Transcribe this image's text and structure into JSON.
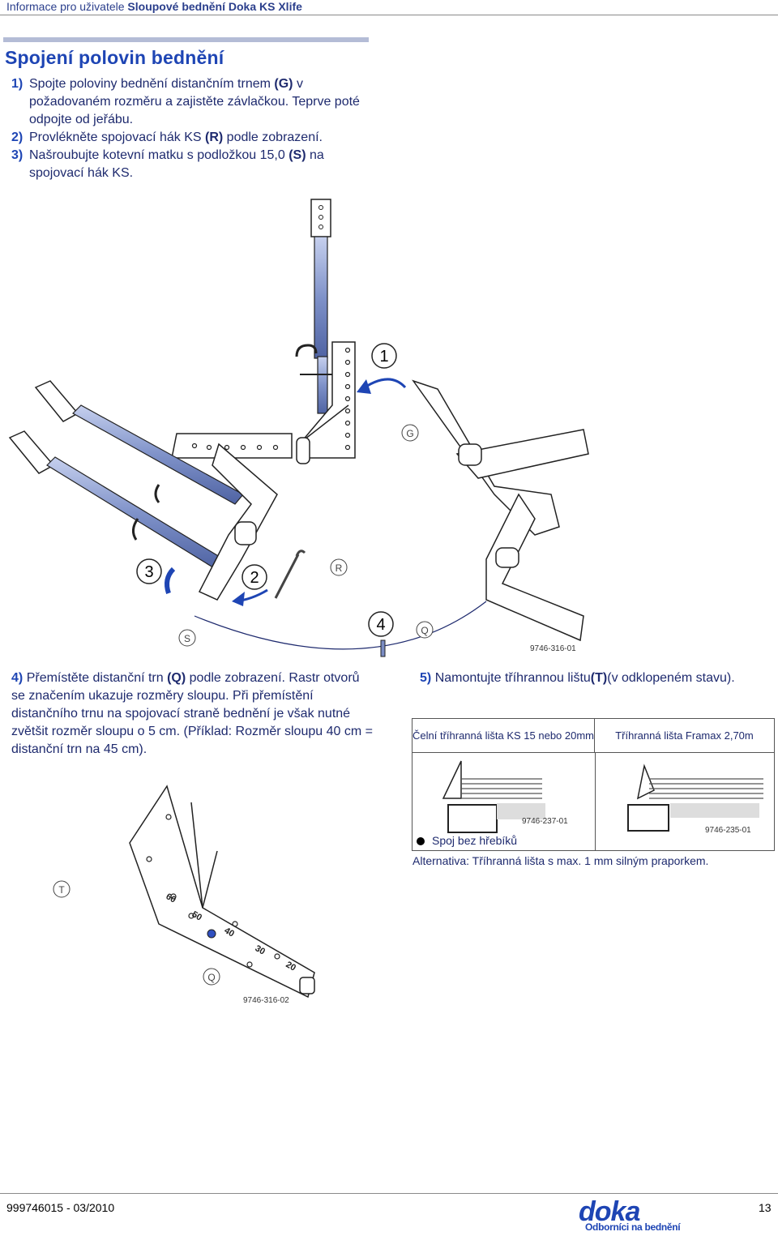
{
  "header": {
    "prefix": "Informace pro uživatele",
    "product": "Sloupové bednění Doka KS Xlife"
  },
  "section": {
    "title": "Spojení polovin bednění"
  },
  "steps": [
    {
      "num": "1)",
      "before": "Spojte poloviny bednění distančním trnem ",
      "ref": "(G)",
      "after": " v požadovaném rozměru a zajistěte závlačkou. Teprve poté odpojte od jeřábu."
    },
    {
      "num": "2)",
      "before": "Provlékněte spojovací hák KS ",
      "ref": "(R)",
      "after": " podle zobrazení."
    },
    {
      "num": "3)",
      "before": "Našroubujte kotevní matku s podložkou 15,0 ",
      "ref": "(S)",
      "after": " na spojovací hák KS."
    }
  ],
  "figure1": {
    "markers": [
      "1",
      "2",
      "3",
      "4"
    ],
    "labels": {
      "G": "G",
      "R": "R",
      "S": "S",
      "Q": "Q"
    },
    "code": "9746-316-01"
  },
  "step4": {
    "num": "4)",
    "before": "Přemístěte distanční trn ",
    "ref": "(Q)",
    "after": " podle zobrazení. Rastr otvorů se značením ukazuje rozměry sloupu. Při přemístění distančního trnu na spojovací straně bednění je však nutné zvětšit rozměr sloupu o 5 cm. (Příklad: Rozměr sloupu 40 cm = distanční trn na 45 cm)."
  },
  "step5": {
    "num": "5)",
    "before": "Namontujte tříhrannou lištu",
    "ref": "(T)",
    "after": "(v odklopeném stavu)."
  },
  "table": {
    "col1": "Čelní tříhranná lišta KS 15 nebo 20mm",
    "col2": "Tříhranná lišta Framax 2,70m",
    "code1": "9746-237-01",
    "code2": "9746-235-01",
    "bullet": "Spoj bez hřebíků",
    "alternative": "Alternativa: Tříhranná lišta s max. 1 mm silným praporkem."
  },
  "figure2": {
    "labels": {
      "T": "T",
      "Q": "Q"
    },
    "scale": [
      "60",
      "50",
      "40",
      "30",
      "20"
    ],
    "code": "9746-316-02"
  },
  "footer": {
    "doc_number": "999746015 - 03/2010",
    "page": "13",
    "brand": "doka",
    "tagline": "Odborníci na bednění"
  },
  "colors": {
    "accent": "#1e45b4",
    "text": "#1e2a6e",
    "steel": "#7a8cc4"
  }
}
